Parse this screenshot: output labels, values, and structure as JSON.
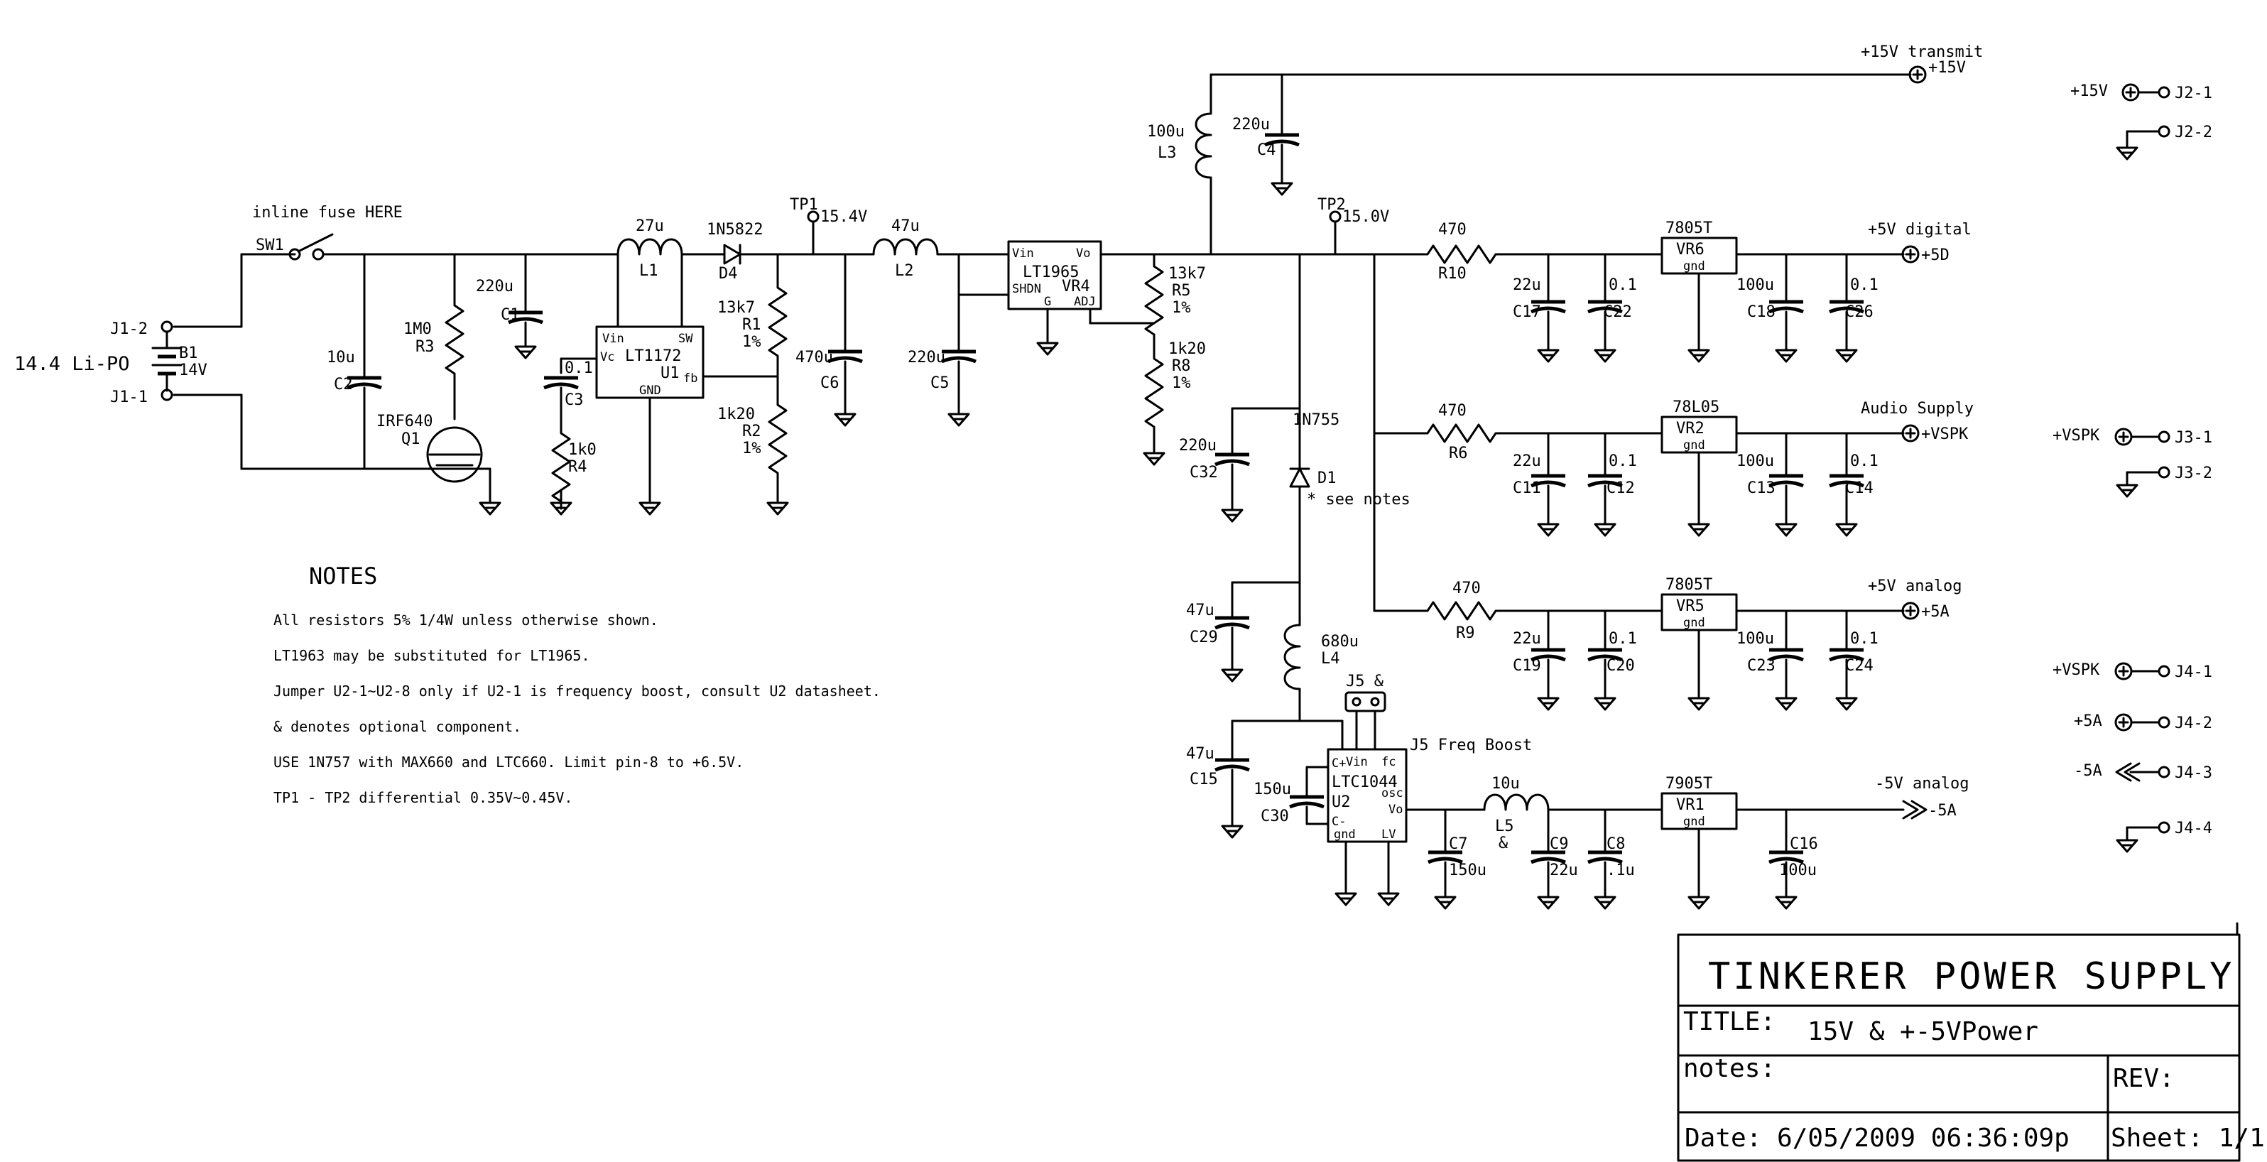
{
  "title_block": {
    "title": "TINKERER POWER SUPPLY",
    "title_label": "TITLE:",
    "title_value": "15V & +-5VPower",
    "notes_label": "notes:",
    "rev_label": "REV:",
    "date_label": "Date: 6/05/2009 06:36:09p",
    "sheet_label": "Sheet: 1/1"
  },
  "notes": {
    "heading": "NOTES",
    "lines": [
      "All resistors 5% 1/4W unless otherwise shown.",
      "LT1963 may be substituted for LT1965.",
      "Jumper U2-1~U2-8 only if U2-1 is frequency boost, consult U2 datasheet.",
      "& denotes optional component.",
      "USE 1N757 with MAX660 and LTC660. Limit pin-8 to +6.5V.",
      "TP1 - TP2 differential 0.35V~0.45V."
    ]
  },
  "rails": {
    "p15_transmit": "+15V transmit",
    "p15": "+15V",
    "p5_digital": "+5V digital",
    "p5d": "+5D",
    "audio_supply": "Audio Supply",
    "vspk": "+VSPK",
    "p5_analog": "+5V analog",
    "p5a": "+5A",
    "m5_analog": "-5V analog",
    "m5a": "-5A"
  },
  "connectors": {
    "j2_1": "J2-1",
    "j2_2": "J2-2",
    "j3_1": "J3-1",
    "j3_2": "J3-2",
    "j4_1": "J4-1",
    "j4_2": "J4-2",
    "j4_3": "J4-3",
    "j4_4": "J4-4",
    "j1_1": "J1-1",
    "j1_2": "J1-2",
    "p15_label": "+15V",
    "vspk_label": "+VSPK",
    "vspk_label2": "+VSPK",
    "p5a_label": "+5A",
    "m5a_label": "-5A"
  },
  "input": {
    "fuse_note": "inline fuse HERE",
    "sw1": "SW1",
    "battery_name": "14.4 Li-PO",
    "b1": "B1",
    "b1_val": "14V"
  },
  "parts": {
    "R3": "R3",
    "R3_val": "1M0",
    "C2": "C2",
    "C2_val": "10u",
    "Q1": "Q1",
    "Q1_val": "IRF640",
    "C1": "C1",
    "C1_val": "220u",
    "L1": "L1",
    "L1_val": "27u",
    "U1": "U1",
    "U1_val": "LT1172",
    "U1_vin": "Vin",
    "U1_sw": "SW",
    "U1_vc": "Vc",
    "U1_fb": "fb",
    "U1_gnd": "GND",
    "C3": "C3",
    "C3_val": "0.1",
    "R4": "R4",
    "R4_val": "1k0",
    "D4": "D4",
    "D4_val": "1N5822",
    "R1": "R1",
    "R1_val": "13k7",
    "R1_tol": "1%",
    "R2": "R2",
    "R2_val": "1k20",
    "R2_tol": "1%",
    "TP1": "TP1",
    "TP1_val": "15.4V",
    "L2": "L2",
    "L2_val": "47u",
    "C6": "C6",
    "C6_val": "470u",
    "C5": "C5",
    "C5_val": "220u",
    "VR4": "VR4",
    "VR4_val": "LT1965",
    "VR4_vin": "Vin",
    "VR4_vo": "Vo",
    "VR4_shdn": "SHDN",
    "VR4_g": "G",
    "VR4_adj": "ADJ",
    "R5": "R5",
    "R5_val": "13k7",
    "R5_tol": "1%",
    "R8": "R8",
    "R8_val": "1k20",
    "R8_tol": "1%",
    "L3": "L3",
    "L3_val": "100u",
    "C4": "C4",
    "C4_val": "220u",
    "TP2": "TP2",
    "TP2_val": "15.0V",
    "R10": "R10",
    "R10_val": "470",
    "C17": "C17",
    "C17_val": "22u",
    "C22": "C22",
    "C22_val": "0.1",
    "VR6": "VR6",
    "VR6_val": "7805T",
    "C18": "C18",
    "C18_val": "100u",
    "C26": "C26",
    "C26_val": "0.1",
    "C32": "C32",
    "C32_val": "220u",
    "D1": "D1",
    "D1_val": "1N755",
    "D1_note": "* see notes",
    "R6": "R6",
    "R6_val": "470",
    "C11": "C11",
    "C11_val": "22u",
    "C12": "C12",
    "C12_val": "0.1",
    "VR2": "VR2",
    "VR2_val": "78L05",
    "C13": "C13",
    "C13_val": "100u",
    "C14": "C14",
    "C14_val": "0.1",
    "C29": "C29",
    "C29_val": "47u",
    "L4": "L4",
    "L4_val": "680u",
    "R9": "R9",
    "R9_val": "470",
    "C19": "C19",
    "C19_val": "22u",
    "C20": "C20",
    "C20_val": "0.1",
    "VR5": "VR5",
    "VR5_val": "7805T",
    "C23": "C23",
    "C23_val": "100u",
    "C24": "C24",
    "C24_val": "0.1",
    "J5": "J5 &",
    "J5_note": "J5 Freq Boost",
    "C15": "C15",
    "C15_val": "47u",
    "C30": "C30",
    "C30_val": "150u",
    "U2": "U2",
    "U2_val": "LTC1044",
    "U2_vin": "Vin",
    "U2_fc": "fc",
    "U2_osc": "osc",
    "U2_vo": "Vo",
    "U2_cp": "C+",
    "U2_cm": "C-",
    "U2_gnd": "gnd",
    "U2_lv": "LV",
    "C7": "C7",
    "C7_val": "150u",
    "L5": "L5",
    "L5_val": "10u",
    "L5_opt": "&",
    "C9": "C9",
    "C9_val": "22u",
    "C8": "C8",
    "C8_val": ".1u",
    "VR1": "VR1",
    "VR1_val": "7905T",
    "C16": "C16",
    "C16_val": "100u",
    "gnd": "gnd"
  }
}
